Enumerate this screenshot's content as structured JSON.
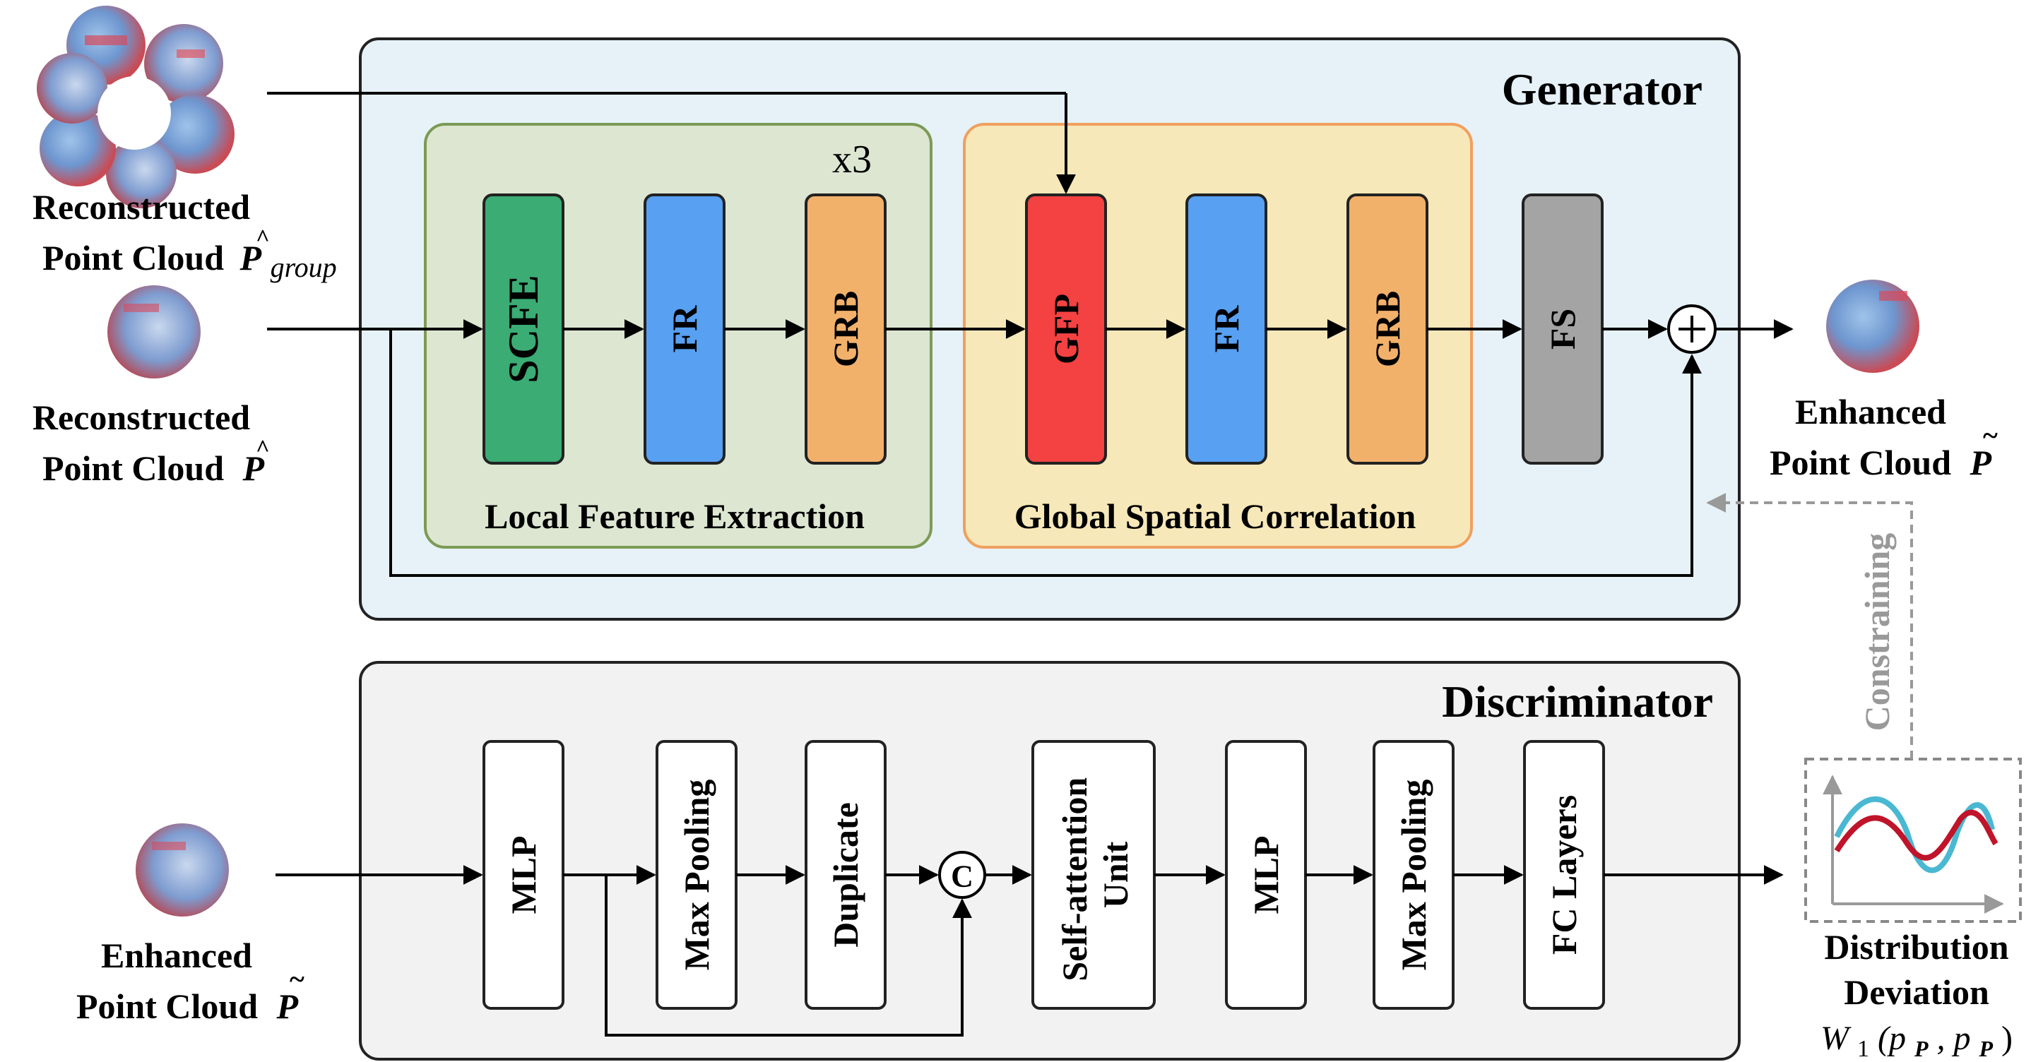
{
  "generator": {
    "title": "Generator",
    "repeat": "x3",
    "local_group": "Local Feature Extraction",
    "global_group": "Global Spatial Correlation",
    "blocks": [
      "SCFE",
      "FR",
      "GRB",
      "GFP",
      "FR",
      "GRB",
      "FS"
    ],
    "colors": {
      "panel": "#e6f2f7",
      "local": "#dde6d1",
      "global": "#f7e8b9",
      "scfe": "#3aac74",
      "fr": "#57a0f2",
      "grb": "#f2b16b",
      "gfp": "#f44141",
      "fs": "#a4a4a4"
    }
  },
  "discriminator": {
    "title": "Discriminator",
    "blocks": [
      "MLP",
      "Max Pooling",
      "Duplicate",
      "Self-attention Unit",
      "MLP",
      "Max Pooling",
      "FC Layers"
    ],
    "concat_symbol": "C",
    "colors": {
      "panel": "#f2f2f2"
    }
  },
  "inputs": {
    "group_line1": "Reconstructed",
    "group_line2": "Point Cloud",
    "group_symbol": "P",
    "group_subscript": "group",
    "recon_line1": "Reconstructed",
    "recon_line2": "Point Cloud",
    "recon_symbol": "P"
  },
  "outputs": {
    "enhanced_line1": "Enhanced",
    "enhanced_line2": "Point Cloud",
    "enhanced_symbol": "P"
  },
  "disc_input": {
    "line1": "Enhanced",
    "line2": "Point Cloud",
    "symbol": "P"
  },
  "distribution": {
    "line1": "Distribution",
    "line2": "Deviation",
    "formula_w": "W",
    "formula_sub": "1",
    "formula_args": "(p",
    "formula_p1": "P",
    "formula_mid": ", p",
    "formula_p2": "P",
    "formula_close": ")",
    "constraining": "Constraining"
  }
}
